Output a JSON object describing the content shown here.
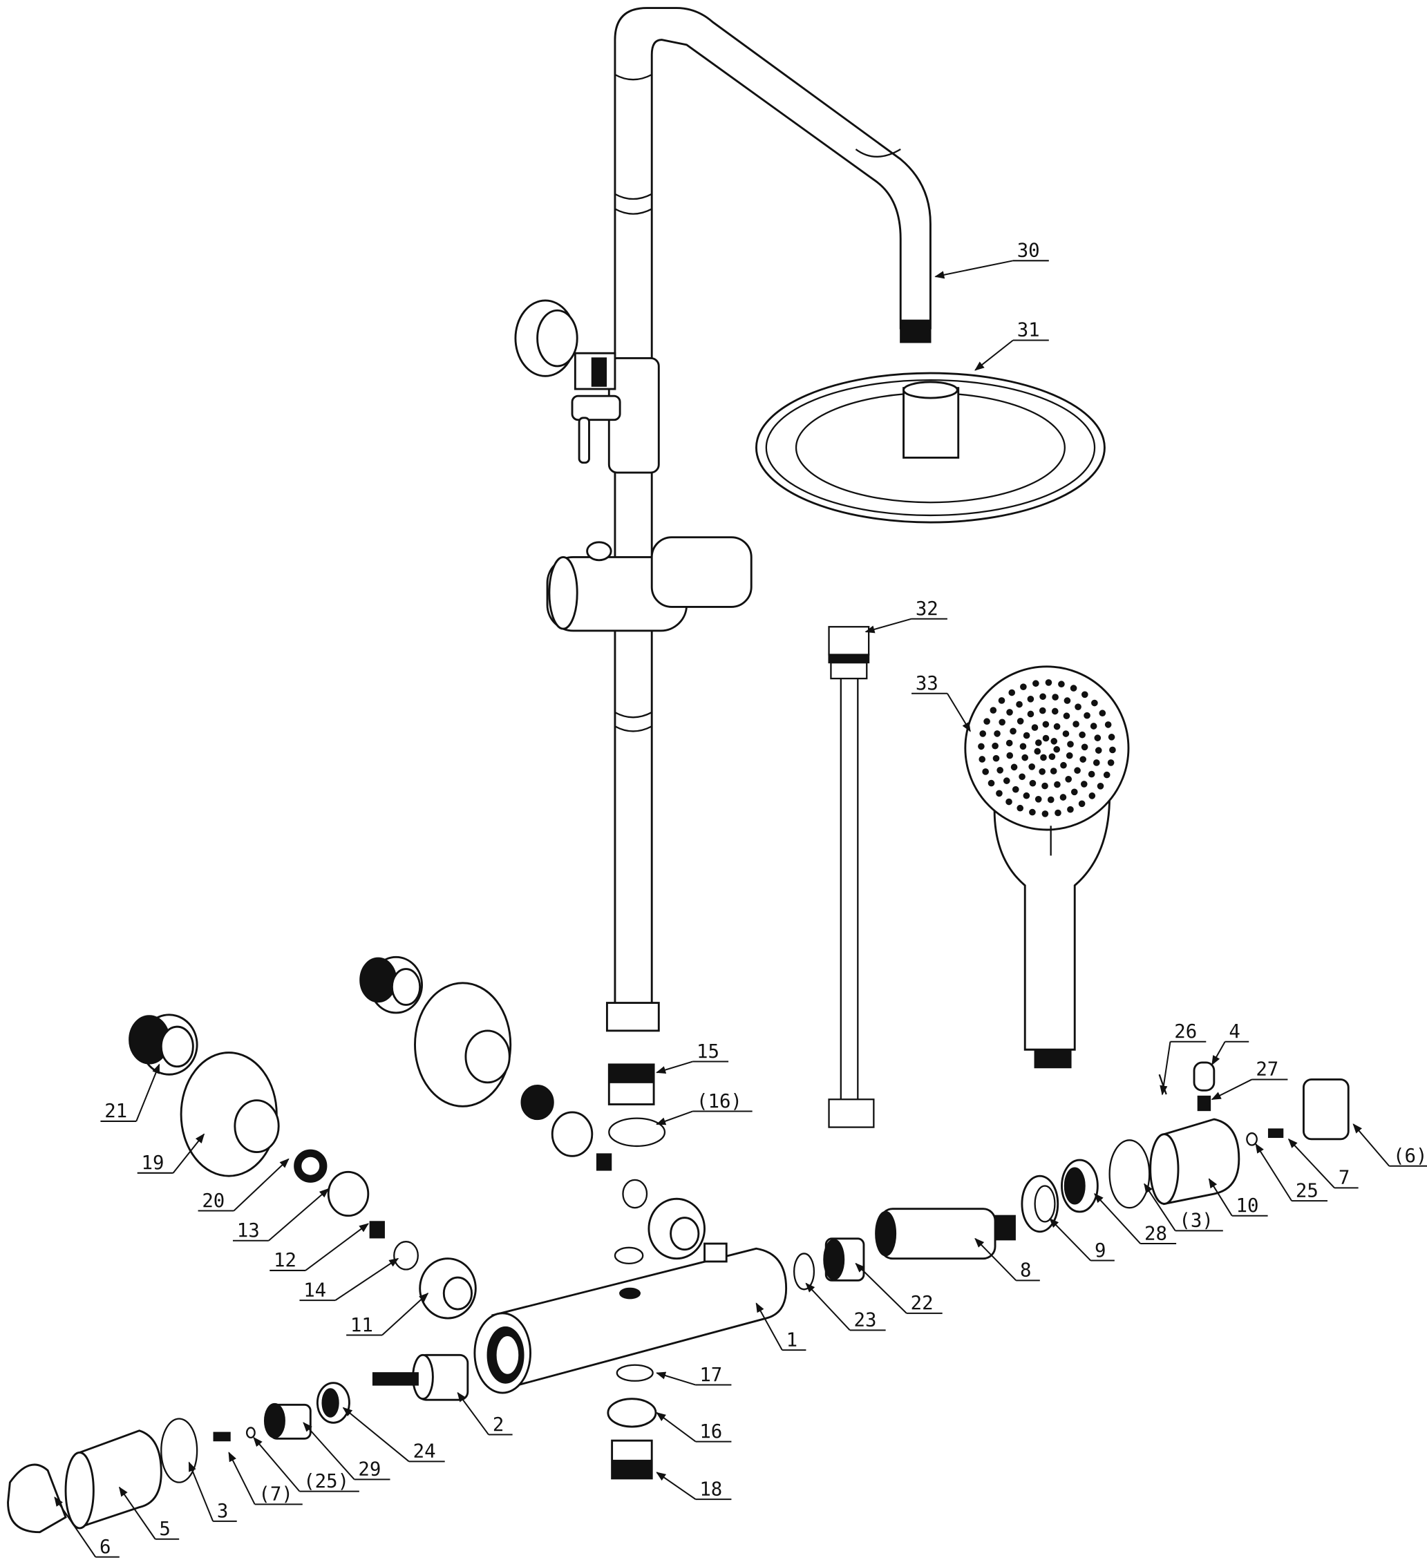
{
  "diagram": {
    "type": "exploded parts diagram",
    "callouts": [
      "30",
      "31",
      "32",
      "33",
      "15",
      "(16)",
      "26",
      "4",
      "27",
      "(6)",
      "7",
      "25",
      "10",
      "(3)",
      "28",
      "9",
      "8",
      "22",
      "23",
      "1",
      "21",
      "19",
      "20",
      "13",
      "12",
      "14",
      "11",
      "17",
      "16",
      "18",
      "2",
      "24",
      "29",
      "(25)",
      "(7)",
      "3",
      "5",
      "6"
    ]
  }
}
